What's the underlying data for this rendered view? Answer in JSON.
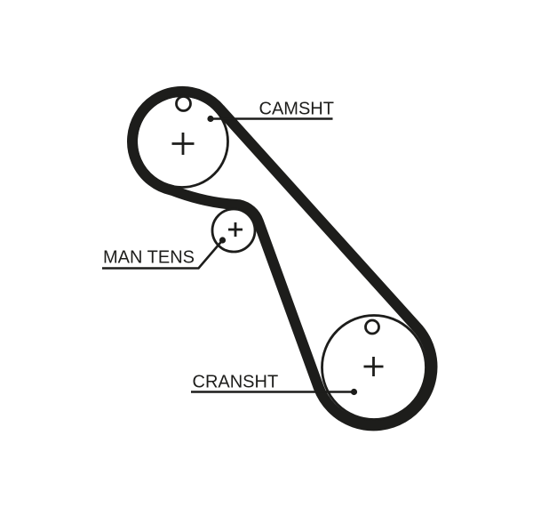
{
  "diagram": {
    "background_color": "#ffffff",
    "line_color": "#1d1d1b",
    "labels": {
      "camshaft": "CAMSHT",
      "tensioner": "MAN TENS",
      "crankshaft": "CRANSHT"
    }
  }
}
